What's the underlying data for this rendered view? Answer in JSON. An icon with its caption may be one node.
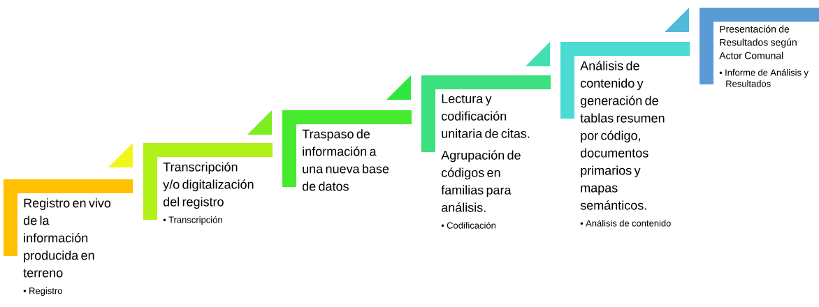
{
  "diagram": {
    "nodes": [
      {
        "text": [
          "Registro en vivo de la información producida en terreno",
          "• Registro"
        ]
      },
      {
        "text": [
          "Transcripción y/o digitalización del registro",
          "• Transcripción"
        ]
      },
      {
        "text": [
          "Traspaso de información a una nueva base de datos"
        ]
      },
      {
        "text": [
          "Lectura y codificación unitaria de citas.",
          "Agrupación de códigos en familias para análisis.",
          "• Codificación"
        ]
      },
      {
        "text": [
          "Análisis de contenido y generación de tablas resumen por código, documentos primarios y mapas semánticos.",
          "• Análisis de contenido"
        ]
      },
      {
        "text": [
          "Presentación de Resultados según Actor Comunal",
          "• Informe de Análisis y Resultados"
        ]
      }
    ]
  }
}
